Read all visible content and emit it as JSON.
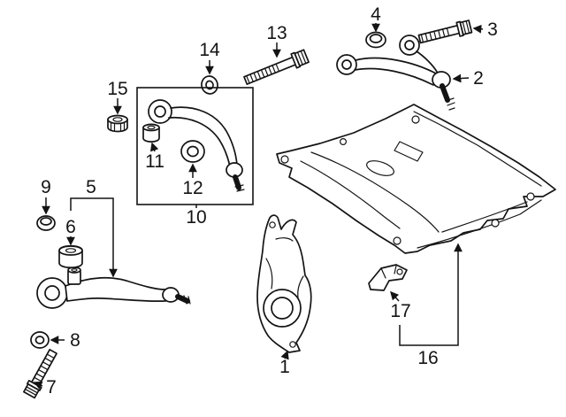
{
  "diagram": {
    "background_color": "#ffffff",
    "line_color": "#141414",
    "callouts": [
      {
        "number": "1"
      },
      {
        "number": "2"
      },
      {
        "number": "3"
      },
      {
        "number": "4"
      },
      {
        "number": "5"
      },
      {
        "number": "6"
      },
      {
        "number": "7"
      },
      {
        "number": "8"
      },
      {
        "number": "9"
      },
      {
        "number": "10"
      },
      {
        "number": "11"
      },
      {
        "number": "12"
      },
      {
        "number": "13"
      },
      {
        "number": "14"
      },
      {
        "number": "15"
      },
      {
        "number": "16"
      },
      {
        "number": "17"
      }
    ]
  }
}
